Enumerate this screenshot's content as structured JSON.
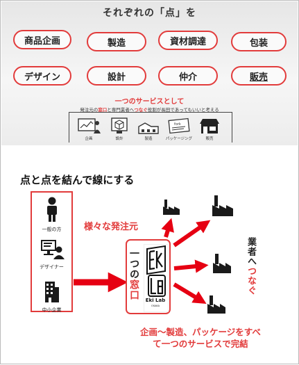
{
  "top": {
    "title": "それぞれの「点」を",
    "pills": [
      {
        "label": "商品企画",
        "underline": false
      },
      {
        "label": "製造",
        "underline": false
      },
      {
        "label": "資材調達",
        "underline": false
      },
      {
        "label": "包装",
        "underline": false
      },
      {
        "label": "デザイン",
        "underline": false
      },
      {
        "label": "設計",
        "underline": false
      },
      {
        "label": "仲介",
        "underline": false
      },
      {
        "label": "販売",
        "underline": true
      }
    ],
    "subhead": "一つのサービスとして",
    "subnote": {
      "part1": "発注元の",
      "red1": "窓口",
      "part2": "と専門業者へ",
      "red2": "つなぐ",
      "part3": "役割が長田であってもいいと考える"
    },
    "services": [
      {
        "label": "企画",
        "icon": "planning-icon"
      },
      {
        "label": "設計",
        "icon": "design-box-icon"
      },
      {
        "label": "製造",
        "icon": "factory-icon"
      },
      {
        "label": "パッケージング",
        "icon": "package-icon"
      },
      {
        "label": "販売",
        "icon": "shop-icon"
      }
    ]
  },
  "diagram": {
    "title": "点と点を結んで線にする",
    "actors": [
      {
        "label": "一般の方",
        "icon": "person-icon"
      },
      {
        "label": "デザイナー",
        "icon": "designer-icon"
      },
      {
        "label": "中小企業",
        "icon": "building-icon"
      }
    ],
    "orderer_label": "様々な発注元",
    "window_label": {
      "prefix": "一つの",
      "red": "窓口"
    },
    "logo": {
      "text": "Eki Lab",
      "sub": "OSAKA"
    },
    "vendor_label": {
      "prefix": "業者へ",
      "red": "つなぐ"
    },
    "caption": {
      "line1": "企画～製造、パッケージをすべ",
      "line2": "て一つのサービスで完結"
    },
    "colors": {
      "accent": "#e23b3b",
      "ink": "#1a1a1a"
    }
  }
}
